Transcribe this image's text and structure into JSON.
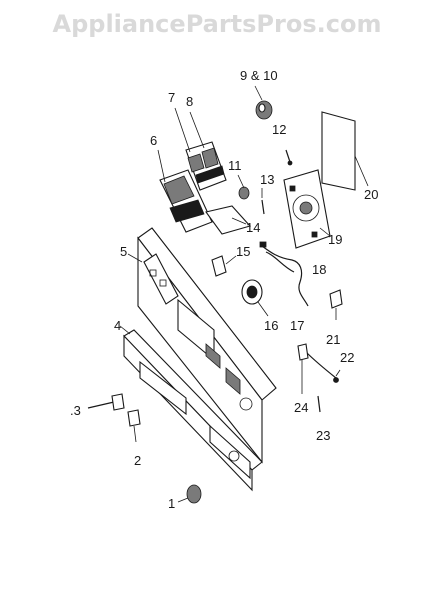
{
  "watermark": "AppliancePartsPros.com",
  "callouts": {
    "p1": "1",
    "p2": "2",
    "p3": ".3",
    "p4": "4",
    "p5": "5",
    "p6": "6",
    "p7": "7",
    "p8": "8",
    "p9_10": "9 & 10",
    "p11": "11",
    "p12": "12",
    "p13": "13",
    "p14": "14",
    "p15": "15",
    "p16": "16",
    "p17": "17",
    "p18": "18",
    "p19": "19",
    "p20": "20",
    "p21": "21",
    "p22": "22",
    "p23": "23",
    "p24": "24"
  }
}
